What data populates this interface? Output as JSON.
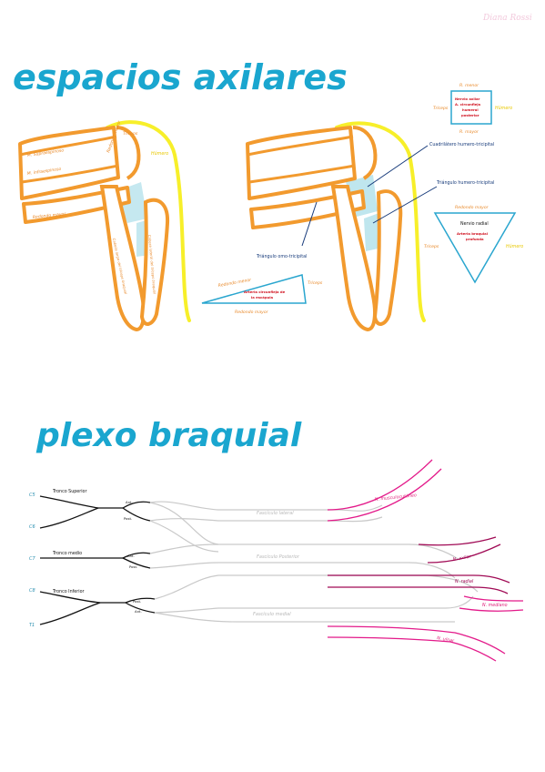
{
  "signature": "Diana Rossi",
  "section_axilares": {
    "title": "espacios axilares",
    "left_fig": {
      "supraespinoso": "M. Supraespinoso",
      "infraespinoso": "M. infraespinoso",
      "redondo_menor": "Redondo menor",
      "redondo_mayor": "Redondo mayor",
      "triceps": "Tríceps",
      "humero": "Húmero",
      "cabeza_larga": "Cabeza larga del tríceps braquial",
      "cabeza_lateral": "Cabeza lateral del tríceps braquial"
    },
    "right_fig": {
      "cuadrilatero": "Cuadrilátero humero-tricipital",
      "triangulo_humero": "Triángulo humero-tricipital",
      "triangulo_omo": "Triángulo omo-tricipital"
    },
    "box": {
      "top": "R. menor",
      "left": "Tríceps",
      "right": "Húmero",
      "bottom": "R. mayor",
      "content": [
        "Nervio axilar",
        "A. circunfleja",
        "humeral",
        "posterior"
      ]
    },
    "tri_down": {
      "top": "Redondo mayor",
      "left": "Tríceps",
      "right": "Húmero",
      "content_black": "Nervio radial",
      "content_red": [
        "Arteria braquial",
        "profunda"
      ]
    },
    "tri_left": {
      "top": "Redondo menor",
      "bottom": "Redondo mayor",
      "right": "Tríceps",
      "content": [
        "Arteria circunfleja de",
        "la escápula"
      ]
    }
  },
  "section_plexo": {
    "title": "plexo braquial",
    "roots": [
      "C5",
      "C6",
      "C7",
      "C8",
      "T1"
    ],
    "trunks": [
      "Tronco Superior",
      "Tronco medio",
      "Tronco Inferior"
    ],
    "divisions": [
      "Ant.",
      "Post.",
      "Ant.",
      "Post.",
      "Post.",
      "Ant."
    ],
    "cords": [
      "Fascículo lateral",
      "Fascículo Posterior",
      "Fascículo medial"
    ],
    "nerves": [
      "N. musculocutáneo",
      "N. axilar",
      "N. radial",
      "N. mediano",
      "N. ulnar"
    ]
  },
  "colors": {
    "title": "#1aa6cf",
    "muscle": "#f29a2e",
    "bone": "#f7ef2a",
    "space": "#bfe6ee",
    "cords": "#c9c9c9",
    "nerve_magenta": "#e31a8a",
    "nerve_dark": "#a00a55"
  }
}
